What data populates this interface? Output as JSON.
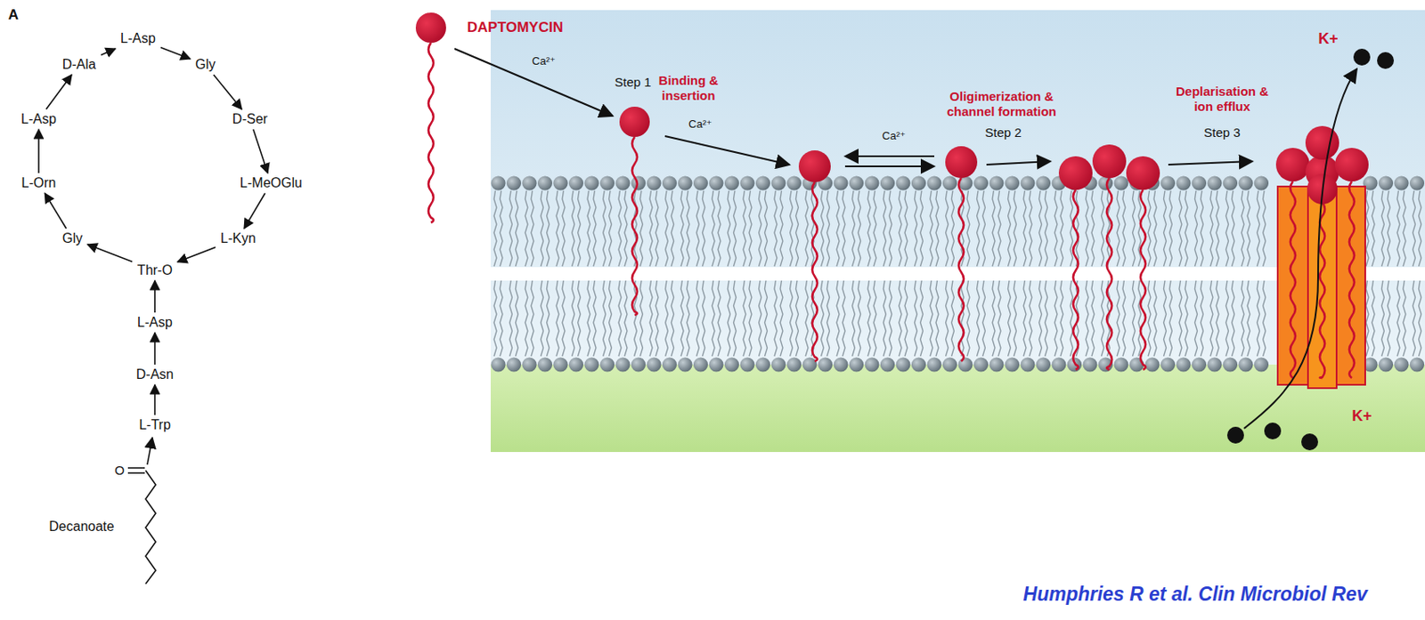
{
  "diagram": {
    "nodes": [
      {
        "text": [
          "L-Asp"
        ]
      },
      {
        "text": [
          "Gly"
        ]
      },
      {
        "text": [
          "D-Ser"
        ]
      },
      {
        "text": [
          "L-MeOGlu"
        ]
      },
      {
        "text": [
          "L-Kyn"
        ]
      },
      {
        "text": [
          "Thr-O"
        ]
      },
      {
        "text": [
          "Gly"
        ]
      },
      {
        "text": [
          "L-Orn"
        ]
      },
      {
        "text": [
          "L-Asp"
        ]
      },
      {
        "text": [
          "D-Ala"
        ]
      },
      {
        "text": [
          "L-Asp"
        ]
      },
      {
        "text": [
          "D-Asn"
        ]
      },
      {
        "text": [
          "L-Trp"
        ]
      }
    ],
    "edges": [
      {
        "from": 9,
        "to": 0,
        "arrow": "to"
      },
      {
        "from": 0,
        "to": 1,
        "arrow": "to"
      },
      {
        "from": 1,
        "to": 2,
        "arrow": "to"
      },
      {
        "from": 2,
        "to": 3,
        "arrow": "to"
      },
      {
        "from": 3,
        "to": 4,
        "arrow": "to"
      },
      {
        "from": 4,
        "to": 5,
        "arrow": "to"
      },
      {
        "from": 5,
        "to": 6,
        "arrow": "to"
      },
      {
        "from": 6,
        "to": 7,
        "arrow": "to"
      },
      {
        "from": 7,
        "to": 8,
        "arrow": "to"
      },
      {
        "from": 8,
        "to": 9,
        "arrow": "to"
      },
      {
        "from": 12,
        "to": 11,
        "arrow": "to"
      },
      {
        "from": 11,
        "to": 10,
        "arrow": "to"
      },
      {
        "from": 10,
        "to": 5,
        "arrow": "to"
      }
    ],
    "labels": [
      "A",
      "O",
      "Decanoate",
      "DAPTOMYCIN",
      "Ca²⁺",
      "Step 1",
      "Binding & insertion",
      "Ca²⁺",
      "Ca²⁺",
      "Oligimerization & channel formation",
      "Step 2",
      "Deplarisation & ion efflux",
      "Step 3",
      "K+",
      "K+",
      "Humphries R et al. Clin Microbiol Rev"
    ]
  }
}
